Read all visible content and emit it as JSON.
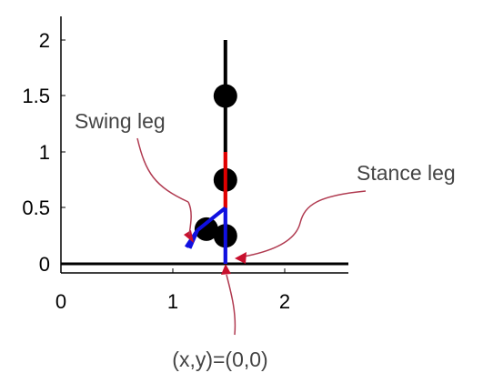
{
  "figure": {
    "annotations": {
      "swing_leg": "Swing leg",
      "stance_leg": "Stance leg",
      "origin": "(x,y)=(0,0)"
    },
    "colors": {
      "axis": "#000000",
      "body": "#000000",
      "stance": "#e00000",
      "leg": "#1010e0",
      "annotation_text": "#444444",
      "arrow": "#c8102e",
      "arrow_stroke": "#b03a50"
    }
  },
  "chart_data": {
    "type": "scatter",
    "x_ticks": [
      "0",
      "1",
      "2"
    ],
    "y_ticks": [
      "0",
      "0.5",
      "1",
      "1.5",
      "2"
    ],
    "xlim": [
      0,
      2.55
    ],
    "ylim": [
      -0.1,
      2.2
    ],
    "points": [
      {
        "x": 1.47,
        "y": 1.5
      },
      {
        "x": 1.47,
        "y": 0.75
      },
      {
        "x": 1.3,
        "y": 0.31
      },
      {
        "x": 1.47,
        "y": 0.25
      }
    ],
    "segments": [
      {
        "name": "torso",
        "color": "body",
        "from": [
          1.47,
          1.0
        ],
        "to": [
          1.47,
          2.0
        ]
      },
      {
        "name": "stance-leg",
        "color": "stance",
        "from": [
          1.47,
          0.5
        ],
        "to": [
          1.47,
          1.0
        ]
      },
      {
        "name": "stance-lower-leg",
        "color": "leg",
        "from": [
          1.47,
          0.0
        ],
        "to": [
          1.47,
          0.5
        ]
      },
      {
        "name": "swing-thigh",
        "color": "leg",
        "from": [
          1.47,
          0.5
        ],
        "to": [
          1.22,
          0.3
        ]
      },
      {
        "name": "swing-shin",
        "color": "leg",
        "from": [
          1.22,
          0.3
        ],
        "to": [
          1.15,
          0.14
        ]
      },
      {
        "name": "swing-shin-lower",
        "color": "leg",
        "from": [
          1.22,
          0.3
        ],
        "to": [
          1.12,
          0.15
        ]
      }
    ],
    "ground": {
      "y": 0
    }
  }
}
